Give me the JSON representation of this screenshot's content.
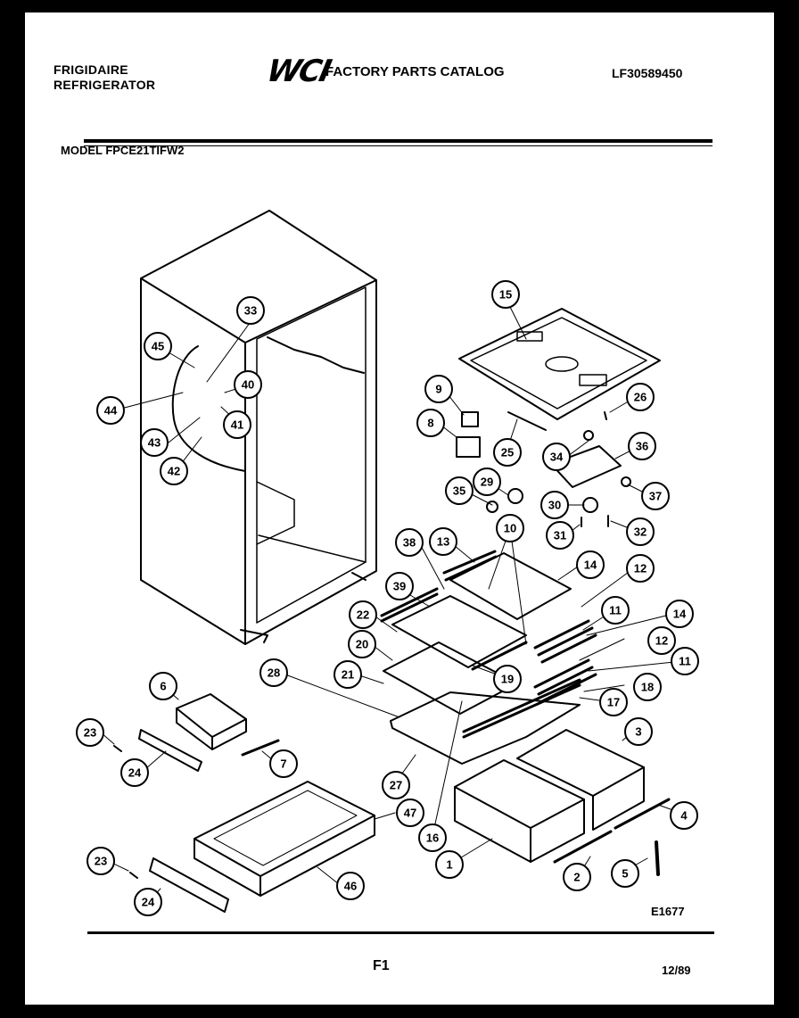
{
  "header": {
    "brand_line1": "FRIGIDAIRE",
    "brand_line2": "REFRIGERATOR",
    "logo": "WCI",
    "catalog_title": "FACTORY PARTS CATALOG",
    "catalog_number": "LF30589450"
  },
  "model": "MODEL FPCE21TIFW2",
  "footer": {
    "diagram_code": "E1677",
    "page": "F1",
    "date": "12/89"
  },
  "callouts": [
    {
      "label": "1"
    },
    {
      "label": "2"
    },
    {
      "label": "3"
    },
    {
      "label": "4"
    },
    {
      "label": "5"
    },
    {
      "label": "6"
    },
    {
      "label": "7"
    },
    {
      "label": "8"
    },
    {
      "label": "9"
    },
    {
      "label": "10"
    },
    {
      "label": "11"
    },
    {
      "label": "11"
    },
    {
      "label": "12"
    },
    {
      "label": "12"
    },
    {
      "label": "13"
    },
    {
      "label": "14"
    },
    {
      "label": "14"
    },
    {
      "label": "15"
    },
    {
      "label": "16"
    },
    {
      "label": "17"
    },
    {
      "label": "18"
    },
    {
      "label": "19"
    },
    {
      "label": "20"
    },
    {
      "label": "21"
    },
    {
      "label": "22"
    },
    {
      "label": "23"
    },
    {
      "label": "23"
    },
    {
      "label": "24"
    },
    {
      "label": "24"
    },
    {
      "label": "25"
    },
    {
      "label": "26"
    },
    {
      "label": "27"
    },
    {
      "label": "28"
    },
    {
      "label": "29"
    },
    {
      "label": "30"
    },
    {
      "label": "31"
    },
    {
      "label": "32"
    },
    {
      "label": "33"
    },
    {
      "label": "34"
    },
    {
      "label": "35"
    },
    {
      "label": "36"
    },
    {
      "label": "37"
    },
    {
      "label": "38"
    },
    {
      "label": "39"
    },
    {
      "label": "40"
    },
    {
      "label": "41"
    },
    {
      "label": "42"
    },
    {
      "label": "43"
    },
    {
      "label": "44"
    },
    {
      "label": "45"
    },
    {
      "label": "46"
    },
    {
      "label": "47"
    }
  ]
}
